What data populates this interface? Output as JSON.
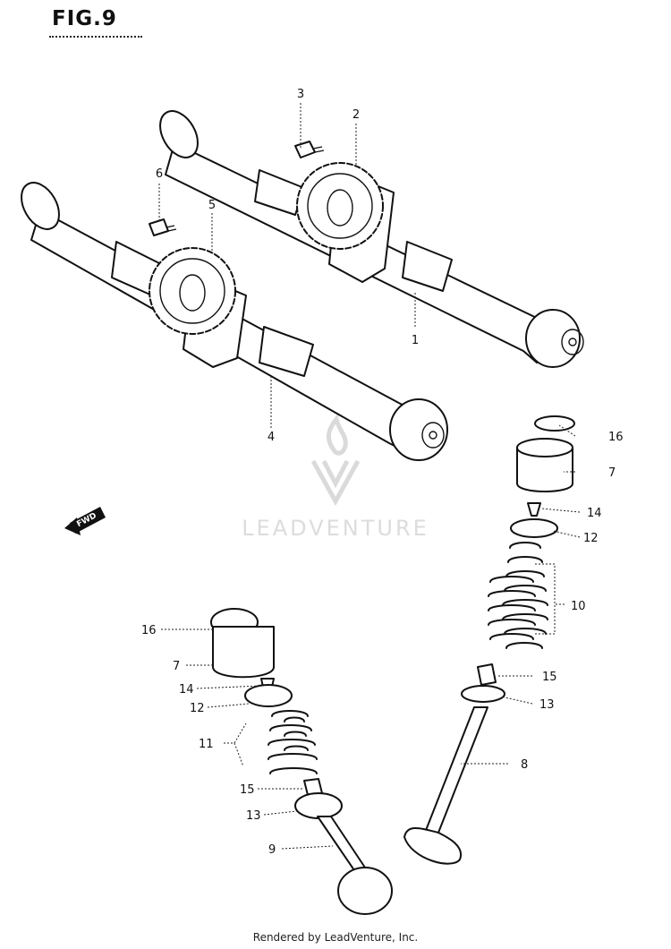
{
  "figure": {
    "title": "FIG.9"
  },
  "fwd_label": "FWD",
  "watermark": {
    "brand": "LEADVENTURE",
    "logo_icon": "flame-v-logo-icon",
    "color": "#d9d9d9"
  },
  "footer": "Rendered by LeadVenture, Inc.",
  "callouts": {
    "c1": "1",
    "c2": "2",
    "c3": "3",
    "c4": "4",
    "c5": "5",
    "c6": "6",
    "c7a": "7",
    "c7b": "7",
    "c8": "8",
    "c9": "9",
    "c10": "10",
    "c11": "11",
    "c12a": "12",
    "c12b": "12",
    "c13a": "13",
    "c13b": "13",
    "c14a": "14",
    "c14b": "14",
    "c15a": "15",
    "c15b": "15",
    "c16a": "16",
    "c16b": "16"
  }
}
